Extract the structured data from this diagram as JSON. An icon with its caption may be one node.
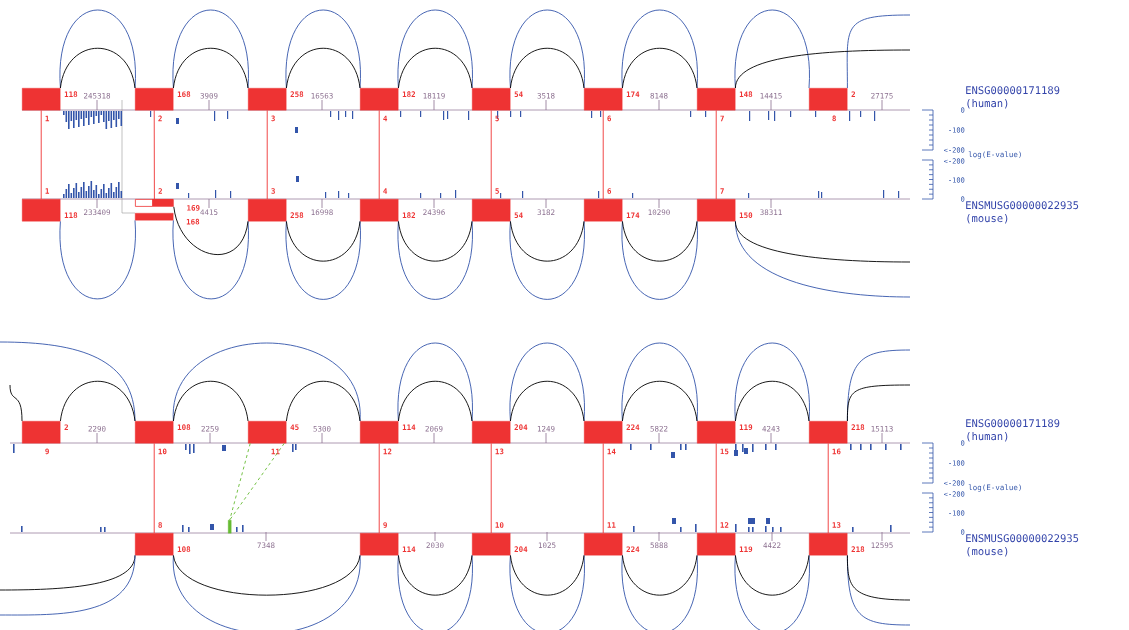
{
  "diagram": {
    "nodes": [
      {
        "text": [],
        "shape": "box",
        "beside": [
          "118",
          "1"
        ]
      },
      {
        "text": [],
        "shape": "box",
        "beside": [
          "168",
          "2"
        ]
      },
      {
        "text": [],
        "shape": "box",
        "beside": [
          "258",
          "3"
        ]
      },
      {
        "text": [],
        "shape": "box",
        "beside": [
          "182",
          "4"
        ]
      },
      {
        "text": [],
        "shape": "box",
        "beside": [
          "54",
          "5"
        ]
      },
      {
        "text": [],
        "shape": "box",
        "beside": [
          "174",
          "6"
        ]
      },
      {
        "text": [],
        "shape": "box",
        "beside": [
          "148",
          "7"
        ]
      },
      {
        "text": [],
        "shape": "box",
        "beside": [
          "2",
          "8"
        ]
      },
      {
        "text": [],
        "shape": "box",
        "beside": [
          "118",
          "1"
        ]
      },
      {
        "text": [],
        "shape": "box",
        "beside": [
          "169",
          "2"
        ]
      },
      {
        "text": [],
        "shape": "box",
        "beside": [
          "168"
        ]
      },
      {
        "text": [],
        "shape": "box",
        "beside": [
          "258",
          "3"
        ]
      },
      {
        "text": [],
        "shape": "box",
        "beside": [
          "182",
          "4"
        ]
      },
      {
        "text": [],
        "shape": "box",
        "beside": [
          "54",
          "5"
        ]
      },
      {
        "text": [],
        "shape": "box",
        "beside": [
          "174",
          "6"
        ]
      },
      {
        "text": [],
        "shape": "box",
        "beside": [
          "150",
          "7"
        ]
      },
      {
        "text": [],
        "shape": "box",
        "beside": [
          "2",
          "9"
        ]
      },
      {
        "text": [],
        "shape": "box",
        "beside": [
          "108",
          "10"
        ]
      },
      {
        "text": [],
        "shape": "box",
        "beside": [
          "45",
          "11"
        ]
      },
      {
        "text": [],
        "shape": "box",
        "beside": [
          "114",
          "12"
        ]
      },
      {
        "text": [],
        "shape": "box",
        "beside": [
          "204",
          "13"
        ]
      },
      {
        "text": [],
        "shape": "box",
        "beside": [
          "224",
          "14"
        ]
      },
      {
        "text": [],
        "shape": "box",
        "beside": [
          "119",
          "15"
        ]
      },
      {
        "text": [],
        "shape": "box",
        "beside": [
          "218",
          "16"
        ]
      },
      {
        "text": [],
        "shape": "box",
        "beside": [
          "108",
          "8"
        ]
      },
      {
        "text": [],
        "shape": "bar"
      },
      {
        "text": [],
        "shape": "box",
        "beside": [
          "114",
          "9"
        ]
      },
      {
        "text": [],
        "shape": "box",
        "beside": [
          "204",
          "10"
        ]
      },
      {
        "text": [],
        "shape": "box",
        "beside": [
          "224",
          "11"
        ]
      },
      {
        "text": [],
        "shape": "box",
        "beside": [
          "119",
          "12"
        ]
      },
      {
        "text": [],
        "shape": "box",
        "beside": [
          "218",
          "13"
        ]
      }
    ],
    "edges": [
      {
        "from": 0,
        "to": 8,
        "arrow": "none",
        "color": "#ee3333"
      },
      {
        "from": 1,
        "to": 9,
        "arrow": "none",
        "color": "#ee3333"
      },
      {
        "from": 2,
        "to": 11,
        "arrow": "none",
        "color": "#ee3333"
      },
      {
        "from": 3,
        "to": 12,
        "arrow": "none",
        "color": "#ee3333"
      },
      {
        "from": 4,
        "to": 13,
        "arrow": "none",
        "color": "#ee3333"
      },
      {
        "from": 5,
        "to": 14,
        "arrow": "none",
        "color": "#ee3333"
      },
      {
        "from": 6,
        "to": 15,
        "arrow": "none",
        "color": "#ee3333"
      },
      {
        "from": 0,
        "to": 1,
        "arrow": "none",
        "color": "#3355aa"
      },
      {
        "from": 1,
        "to": 2,
        "arrow": "none",
        "color": "#3355aa"
      },
      {
        "from": 2,
        "to": 3,
        "arrow": "none",
        "color": "#3355aa"
      },
      {
        "from": 3,
        "to": 4,
        "arrow": "none",
        "color": "#3355aa"
      },
      {
        "from": 4,
        "to": 5,
        "arrow": "none",
        "color": "#3355aa"
      },
      {
        "from": 5,
        "to": 6,
        "arrow": "none",
        "color": "#3355aa"
      },
      {
        "from": 6,
        "to": 7,
        "arrow": "none",
        "color": "#3355aa"
      },
      {
        "from": 7,
        "to": null,
        "arrow": "none",
        "color": "#3355aa"
      },
      {
        "from": 0,
        "to": 1,
        "arrow": "none",
        "color": "#000000"
      },
      {
        "from": 1,
        "to": 2,
        "arrow": "none",
        "color": "#000000"
      },
      {
        "from": 2,
        "to": 3,
        "arrow": "none",
        "color": "#000000"
      },
      {
        "from": 3,
        "to": 4,
        "arrow": "none",
        "color": "#000000"
      },
      {
        "from": 4,
        "to": 5,
        "arrow": "none",
        "color": "#000000"
      },
      {
        "from": 5,
        "to": 6,
        "arrow": "none",
        "color": "#000000"
      },
      {
        "from": 6,
        "to": null,
        "arrow": "none",
        "color": "#000000"
      },
      {
        "from": 8,
        "to": 10,
        "arrow": "none",
        "color": "#3355aa"
      },
      {
        "from": 10,
        "to": 11,
        "arrow": "none",
        "color": "#3355aa"
      },
      {
        "from": 9,
        "to": 11,
        "arrow": "none",
        "color": "#000000"
      },
      {
        "from": 11,
        "to": 12,
        "arrow": "none",
        "color": "#3355aa"
      },
      {
        "from": 11,
        "to": 12,
        "arrow": "none",
        "color": "#000000"
      },
      {
        "from": 12,
        "to": 13,
        "arrow": "none",
        "color": "#3355aa"
      },
      {
        "from": 12,
        "to": 13,
        "arrow": "none",
        "color": "#000000"
      },
      {
        "from": 13,
        "to": 14,
        "arrow": "none",
        "color": "#3355aa"
      },
      {
        "from": 13,
        "to": 14,
        "arrow": "none",
        "color": "#000000"
      },
      {
        "from": 14,
        "to": 15,
        "arrow": "none",
        "color": "#3355aa"
      },
      {
        "from": 14,
        "to": 15,
        "arrow": "none",
        "color": "#000000"
      },
      {
        "from": 15,
        "to": null,
        "arrow": "none",
        "color": "#3355aa"
      },
      {
        "from": 15,
        "to": null,
        "arrow": "none",
        "color": "#000000"
      },
      {
        "from": 17,
        "to": 24,
        "arrow": "none",
        "color": "#ee3333"
      },
      {
        "from": 19,
        "to": 26,
        "arrow": "none",
        "color": "#ee3333"
      },
      {
        "from": 20,
        "to": 27,
        "arrow": "none",
        "color": "#ee3333"
      },
      {
        "from": 21,
        "to": 28,
        "arrow": "none",
        "color": "#ee3333"
      },
      {
        "from": 22,
        "to": 29,
        "arrow": "none",
        "color": "#ee3333"
      },
      {
        "from": 23,
        "to": 30,
        "arrow": "none",
        "color": "#ee3333"
      },
      {
        "from": 18,
        "to": 25,
        "arrow": "none",
        "style": "dashed",
        "color": "#66bb33"
      },
      {
        "from": 18,
        "to": 25,
        "arrow": "none",
        "style": "dashed",
        "color": "#66bb33"
      },
      {
        "from": null,
        "to": 16,
        "arrow": "none",
        "color": "#000000"
      },
      {
        "from": null,
        "to": 17,
        "arrow": "none",
        "color": "#3355aa"
      },
      {
        "from": 16,
        "to": 17,
        "arrow": "none",
        "color": "#000000"
      },
      {
        "from": 17,
        "to": 19,
        "arrow": "none",
        "color": "#3355aa"
      },
      {
        "from": 17,
        "to": 18,
        "arrow": "none",
        "color": "#000000"
      },
      {
        "from": 18,
        "to": 19,
        "arrow": "none",
        "color": "#000000"
      },
      {
        "from": 19,
        "to": 20,
        "arrow": "none",
        "color": "#3355aa"
      },
      {
        "from": 19,
        "to": 20,
        "arrow": "none",
        "color": "#000000"
      },
      {
        "from": 20,
        "to": 21,
        "arrow": "none",
        "color": "#3355aa"
      },
      {
        "from": 20,
        "to": 21,
        "arrow": "none",
        "color": "#000000"
      },
      {
        "from": 21,
        "to": 22,
        "arrow": "none",
        "color": "#3355aa"
      },
      {
        "from": 21,
        "to": 22,
        "arrow": "none",
        "color": "#000000"
      },
      {
        "from": 22,
        "to": 23,
        "arrow": "none",
        "color": "#3355aa"
      },
      {
        "from": 22,
        "to": 23,
        "arrow": "none",
        "color": "#000000"
      },
      {
        "from": 23,
        "to": null,
        "arrow": "none",
        "color": "#3355aa"
      },
      {
        "from": 23,
        "to": null,
        "arrow": "none",
        "color": "#000000"
      },
      {
        "from": null,
        "to": 24,
        "arrow": "none",
        "color": "#000000"
      },
      {
        "from": null,
        "to": 24,
        "arrow": "none",
        "color": "#3355aa"
      },
      {
        "from": 24,
        "to": 26,
        "arrow": "none",
        "color": "#3355aa"
      },
      {
        "from": 24,
        "to": 26,
        "arrow": "none",
        "color": "#000000"
      },
      {
        "from": 26,
        "to": 27,
        "arrow": "none",
        "color": "#3355aa"
      },
      {
        "from": 26,
        "to": 27,
        "arrow": "none",
        "color": "#000000"
      },
      {
        "from": 27,
        "to": 28,
        "arrow": "none",
        "color": "#3355aa"
      },
      {
        "from": 27,
        "to": 28,
        "arrow": "none",
        "color": "#000000"
      },
      {
        "from": 28,
        "to": 29,
        "arrow": "none",
        "color": "#3355aa"
      },
      {
        "from": 28,
        "to": 29,
        "arrow": "none",
        "color": "#000000"
      },
      {
        "from": 29,
        "to": 30,
        "arrow": "none",
        "color": "#3355aa"
      },
      {
        "from": 29,
        "to": 30,
        "arrow": "none",
        "color": "#000000"
      },
      {
        "from": 30,
        "to": null,
        "arrow": "none",
        "color": "#3355aa"
      },
      {
        "from": 30,
        "to": null,
        "arrow": "none",
        "color": "#000000"
      }
    ],
    "labels": [
      "245318",
      "3909",
      "16563",
      "18119",
      "3518",
      "8148",
      "14415",
      "27175",
      "ENSG00000171189 (human)",
      "0",
      "-100",
      "<-200",
      "log(E-value)",
      "<-200",
      "-100",
      "0",
      "233409",
      "4415",
      "16998",
      "24396",
      "3182",
      "10290",
      "38311",
      "ENSMUSG00000022935 (mouse)",
      "2290",
      "2259",
      "5300",
      "2069",
      "1249",
      "5822",
      "4243",
      "15113",
      "ENSG00000171189 (human)",
      "0",
      "-100",
      "<-200",
      "log(E-value)",
      "<-200",
      "-100",
      "0",
      "7348",
      "2030",
      "1025",
      "5888",
      "4422",
      "12595",
      "ENSMUSG00000022935 (mouse)"
    ]
  }
}
